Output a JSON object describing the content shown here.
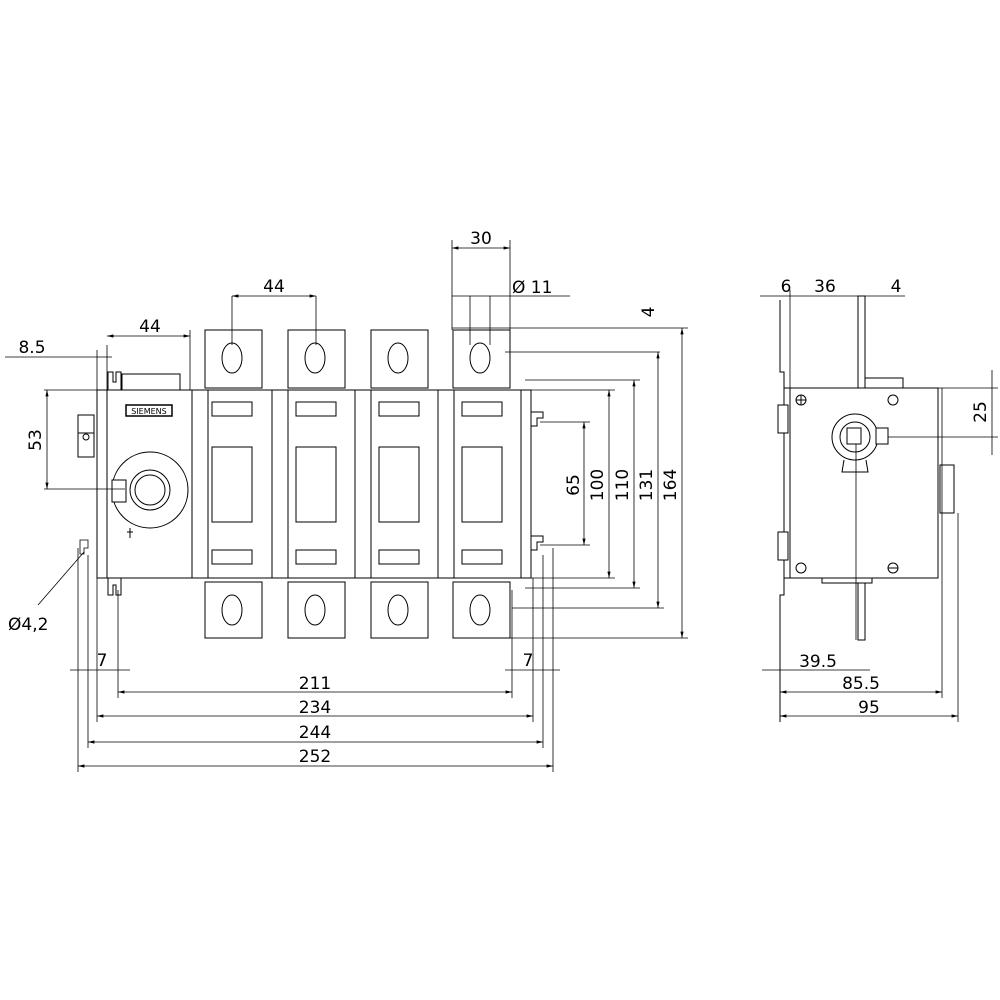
{
  "drawing": {
    "brand_label": "SIEMENS",
    "front_view": {
      "dimensions": {
        "terminal_width": "30",
        "hole_diameter": "Ø 11",
        "pole_pitch": "44",
        "terminal_offset": "4",
        "handle_module_width": "44",
        "handle_offset": "8.5",
        "handle_height": "53",
        "mounting_hole": "Ø4,2",
        "mounting_slot_spacing": "65",
        "body_height": "100",
        "height_110": "110",
        "height_131": "131",
        "overall_height": "164",
        "edge_left": "7",
        "edge_right": "7",
        "width_211": "211",
        "width_234": "234",
        "width_244": "244",
        "overall_width": "252"
      }
    },
    "side_view": {
      "dimensions": {
        "bracket": "6",
        "depth_36": "36",
        "shaft": "4",
        "shaft_height": "25",
        "depth_39_5": "39.5",
        "depth_85_5": "85.5",
        "overall_depth": "95"
      }
    }
  }
}
